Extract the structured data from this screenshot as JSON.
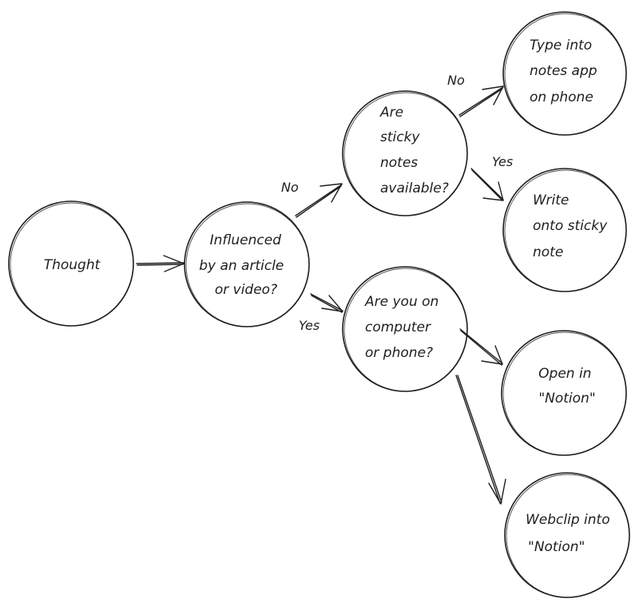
{
  "diagram": {
    "nodes": {
      "thought": [
        "Thought"
      ],
      "influenced": [
        "Influenced",
        "by an article",
        "or video?"
      ],
      "sticky": [
        "Are",
        "sticky",
        "notes",
        "available?"
      ],
      "computer": [
        "Are you on",
        "computer",
        "or phone?"
      ],
      "type_notes": [
        "Type into",
        "notes app",
        "on phone"
      ],
      "write_sticky": [
        "Write",
        "onto sticky",
        "note"
      ],
      "open_notion": [
        "Open in",
        "\"Notion\""
      ],
      "webclip": [
        "Webclip into",
        "\"Notion\""
      ]
    },
    "edge_labels": {
      "influenced_to_sticky": "No",
      "influenced_to_computer": "Yes",
      "sticky_to_type": "No",
      "sticky_to_write": "Yes"
    },
    "colors": {
      "stroke": "#1e1e1e",
      "background": "#ffffff"
    }
  }
}
